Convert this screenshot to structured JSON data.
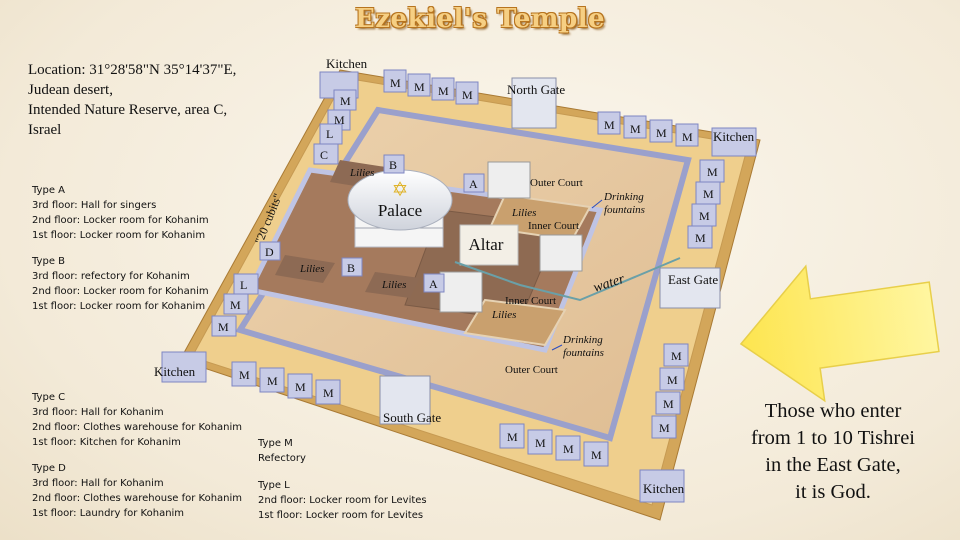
{
  "title": "Ezekiel's Temple",
  "location": {
    "line1": "Location: 31°28'58\"N  35°14'37\"E,",
    "line2": "Judean desert,",
    "line3": "Intended Nature Reserve, area C,",
    "line4": "Israel"
  },
  "types": {
    "a": {
      "title": "Type A",
      "l1": "3rd floor: Hall for singers",
      "l2": "2nd floor: Locker room for Kohanim",
      "l3": "1st floor: Locker room for Kohanim"
    },
    "b": {
      "title": "Type B",
      "l1": "3rd floor: refectory for Kohanim",
      "l2": "2nd floor: Locker room for Kohanim",
      "l3": "1st floor: Locker room for Kohanim"
    },
    "c": {
      "title": "Type C",
      "l1": "3rd floor: Hall for Kohanim",
      "l2": "2nd floor: Clothes warehouse for Kohanim",
      "l3": "1st floor: Kitchen for Kohanim"
    },
    "d": {
      "title": "Type D",
      "l1": "3rd floor: Hall for Kohanim",
      "l2": "2nd floor: Clothes warehouse for Kohanim",
      "l3": "1st floor: Laundry for Kohanim"
    },
    "m": {
      "title": "Type M",
      "l1": "Refectory"
    },
    "l": {
      "title": "Type L",
      "l1": "2nd floor: Locker room for Levites",
      "l2": "1st floor: Locker room for Levites"
    }
  },
  "map": {
    "kitchen": "Kitchen",
    "north_gate": "North Gate",
    "east_gate": "East Gate",
    "south_gate": "South Gate",
    "palace": "Palace",
    "altar": "Altar",
    "outer_court": "Outer Court",
    "inner_court": "Inner Court",
    "lilies": "Lilies",
    "drinking": "Drinking",
    "fountains": "fountains",
    "water": "water",
    "cubits": "\"20 cubits\"",
    "m": "M",
    "l": "L",
    "c": "C",
    "d": "D",
    "a": "A",
    "b": "B"
  },
  "note": {
    "line1": "Those who enter",
    "line2": "from 1 to 10 Tishrei",
    "line3": "in the East Gate,",
    "line4": "it is God."
  },
  "colors": {
    "wall": "#e8c27a",
    "room_top": "#c7cbe6",
    "room_face": "#7e86c2",
    "outer_court": "#e6c7a2",
    "inner_court": "#9a6e52",
    "arrow": "#fff27a"
  }
}
